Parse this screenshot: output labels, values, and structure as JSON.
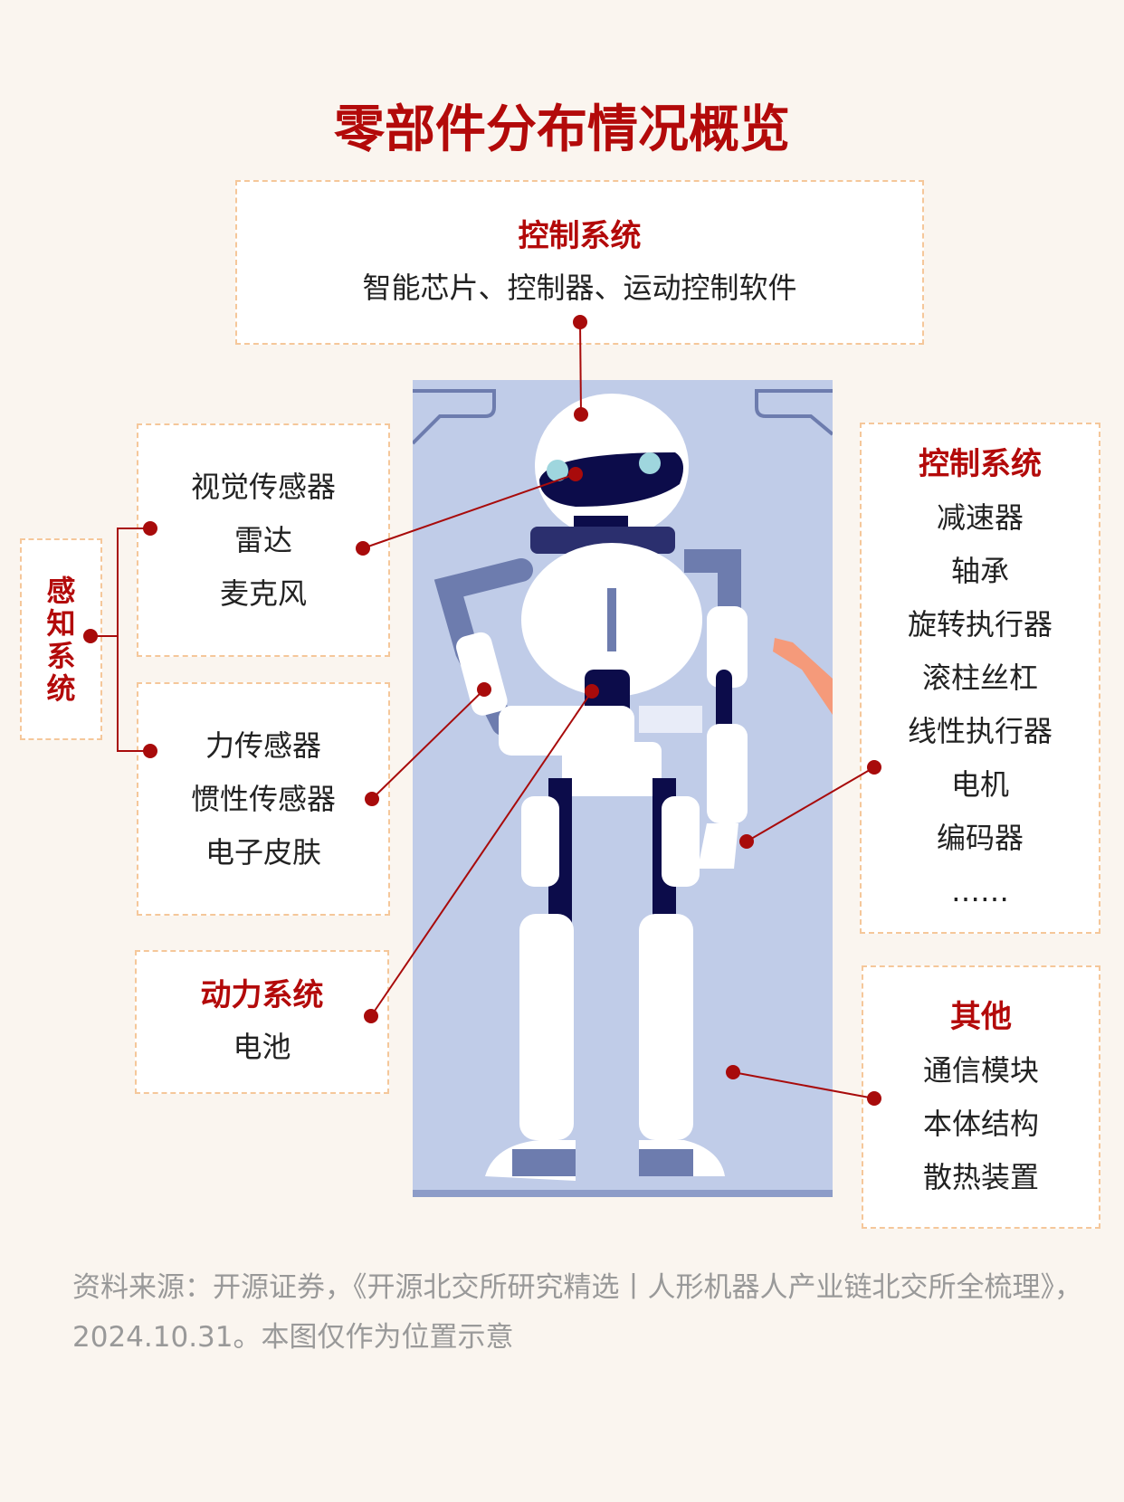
{
  "title": "零部件分布情况概览",
  "control_top": {
    "heading": "控制系统",
    "items": "智能芯片、控制器、运动控制软件"
  },
  "perception": {
    "label": "感知系统",
    "group1": [
      "视觉传感器",
      "雷达",
      "麦克风"
    ],
    "group2": [
      "力传感器",
      "惯性传感器",
      "电子皮肤"
    ]
  },
  "power": {
    "heading": "动力系统",
    "items": [
      "电池"
    ]
  },
  "control_right": {
    "heading": "控制系统",
    "items": [
      "减速器",
      "轴承",
      "旋转执行器",
      "滚柱丝杠",
      "线性执行器",
      "电机",
      "编码器",
      "……"
    ]
  },
  "other": {
    "heading": "其他",
    "items": [
      "通信模块",
      "本体结构",
      "散热装置"
    ]
  },
  "source": "资料来源：开源证券，《开源北交所研究精选丨人形机器人产业链北交所全梳理》，2024.10.31。本图仅作为位置示意",
  "colors": {
    "accent": "#b30a0a",
    "border": "#f5c79a",
    "panel": "#c0cce8"
  }
}
